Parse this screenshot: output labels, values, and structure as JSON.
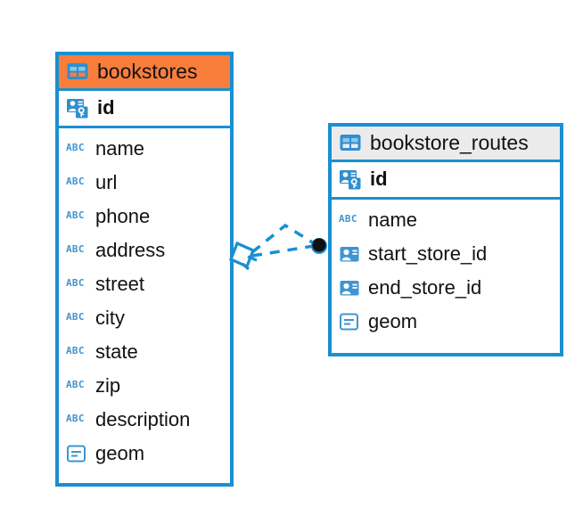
{
  "diagram": {
    "type": "entity-relationship-diagram",
    "background": "#ffffff",
    "accent_color": "#1a8fd1",
    "highlight_color": "#f97e3c",
    "header_plain_color": "#ebebeb",
    "text_color": "#121212"
  },
  "entities": [
    {
      "name": "bookstores",
      "header_style": "highlighted",
      "table_icon": "table-icon",
      "primary_key": {
        "label": "id",
        "icon": "primary-key-icon"
      },
      "fields": [
        {
          "label": "name",
          "icon": "text-type-icon"
        },
        {
          "label": "url",
          "icon": "text-type-icon"
        },
        {
          "label": "phone",
          "icon": "text-type-icon"
        },
        {
          "label": "address",
          "icon": "text-type-icon"
        },
        {
          "label": "street",
          "icon": "text-type-icon"
        },
        {
          "label": "city",
          "icon": "text-type-icon"
        },
        {
          "label": "state",
          "icon": "text-type-icon"
        },
        {
          "label": "zip",
          "icon": "text-type-icon"
        },
        {
          "label": "description",
          "icon": "text-type-icon"
        },
        {
          "label": "geom",
          "icon": "geometry-type-icon"
        }
      ]
    },
    {
      "name": "bookstore_routes",
      "header_style": "plain",
      "table_icon": "table-icon",
      "primary_key": {
        "label": "id",
        "icon": "primary-key-icon"
      },
      "fields": [
        {
          "label": "name",
          "icon": "text-type-icon"
        },
        {
          "label": "start_store_id",
          "icon": "foreign-key-icon"
        },
        {
          "label": "end_store_id",
          "icon": "foreign-key-icon"
        },
        {
          "label": "geom",
          "icon": "geometry-type-icon"
        }
      ]
    }
  ],
  "relationship": {
    "style": "dashed",
    "color": "#1a8fd1",
    "source_marker": "crows-foot-diamond",
    "target_marker": "filled-circle",
    "target_marker_color": "#101010",
    "edge_count": 2
  }
}
